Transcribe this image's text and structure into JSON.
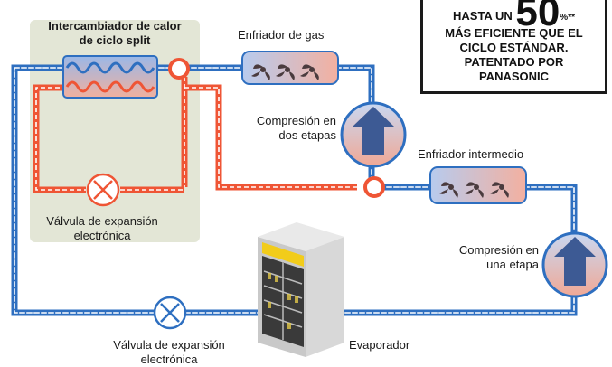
{
  "badge": {
    "prefix": "HASTA UN",
    "number": "50",
    "suffix": "%**",
    "line2": "MÁS EFICIENTE QUE EL",
    "line3": "CICLO ESTÁNDAR.",
    "line4": "PATENTADO POR",
    "line5": "PANASONIC"
  },
  "labels": {
    "heat_exchanger_line1": "Intercambiador de calor",
    "heat_exchanger_line2": "de ciclo split",
    "gas_cooler": "Enfriador de gas",
    "two_stage_line1": "Compresión en",
    "two_stage_line2": "dos etapas",
    "intercooler": "Enfriador intermedio",
    "one_stage_line1": "Compresión en",
    "one_stage_line2": "una etapa",
    "valve_top_line1": "Válvula de expansión",
    "valve_top_line2": "electrónica",
    "valve_bottom_line1": "Válvula de expansión",
    "valve_bottom_line2": "electrónica",
    "evaporator": "Evaporador"
  },
  "colors": {
    "blue_pipe": "#2e6fc0",
    "red_pipe": "#ef5535",
    "panel": "#e3e6d6",
    "coil_blue": "#8fb2e6",
    "coil_red": "#f0a690",
    "cooler_fill": "#b9c9e8",
    "arrow": "#3d5a94",
    "fan": "#4a3b3e",
    "fridge_yellow": "#f2cc1a"
  }
}
